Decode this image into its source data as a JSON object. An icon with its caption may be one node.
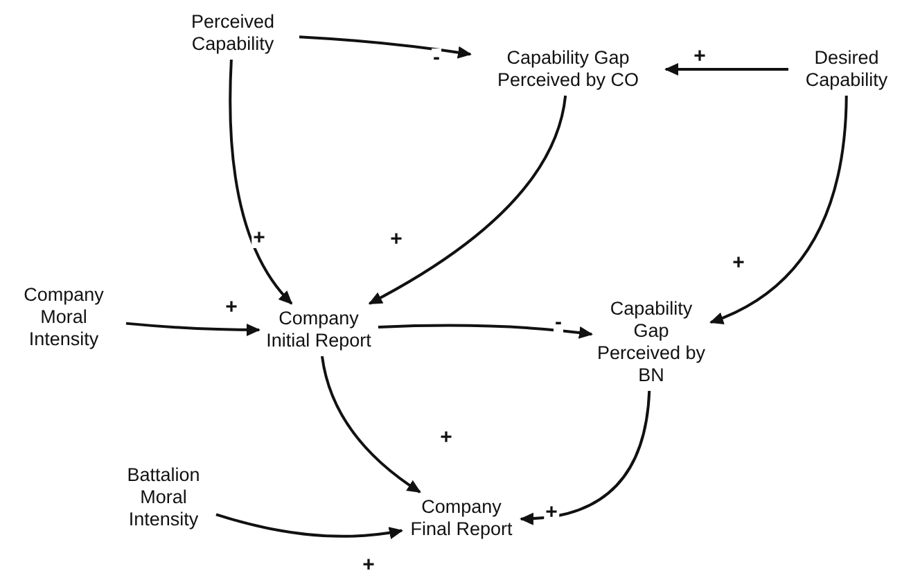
{
  "diagram": {
    "nodes": [
      {
        "text": [
          "Perceived Capability"
        ]
      },
      {
        "text": [
          "Capability Gap Perceived by CO"
        ]
      },
      {
        "text": [
          "Desired Capability"
        ]
      },
      {
        "text": [
          "Company Moral Intensity"
        ]
      },
      {
        "text": [
          "Company Initial Report"
        ]
      },
      {
        "text": [
          "Capability Gap Perceived by BN"
        ]
      },
      {
        "text": [
          "Battalion Moral Intensity"
        ]
      },
      {
        "text": [
          "Company Final Report"
        ]
      }
    ],
    "edges": [
      {
        "from": 0,
        "to": 1,
        "arrow": "to",
        "label": "-"
      },
      {
        "from": 2,
        "to": 1,
        "arrow": "to",
        "label": "+"
      },
      {
        "from": 0,
        "to": 4,
        "arrow": "to",
        "label": "+"
      },
      {
        "from": 1,
        "to": 4,
        "arrow": "to",
        "label": "+"
      },
      {
        "from": 2,
        "to": 5,
        "arrow": "to",
        "label": "+"
      },
      {
        "from": 3,
        "to": 4,
        "arrow": "to",
        "label": "+"
      },
      {
        "from": 4,
        "to": 5,
        "arrow": "to",
        "label": "-"
      },
      {
        "from": 4,
        "to": 7,
        "arrow": "to",
        "label": "+"
      },
      {
        "from": 5,
        "to": 7,
        "arrow": "to",
        "label": "+"
      },
      {
        "from": 6,
        "to": 7,
        "arrow": "to",
        "label": "+"
      }
    ]
  }
}
